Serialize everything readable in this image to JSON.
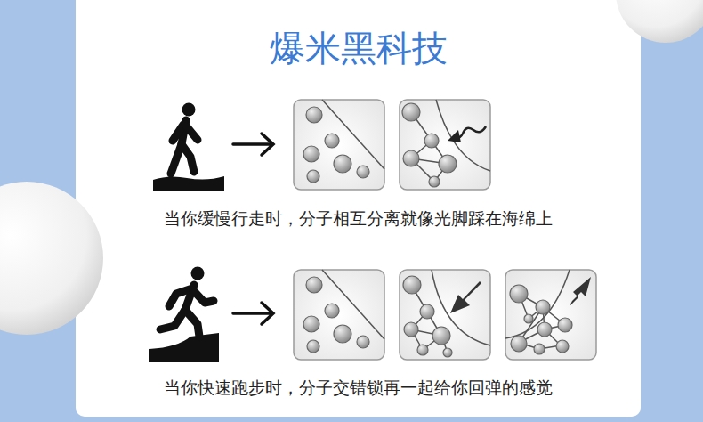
{
  "diagram": {
    "title": "爆米黑科技",
    "labels": [
      "当你缓慢行走时，分子相互分离就像光脚踩在海绵上",
      "当你快速跑步时，分子交错锁再一起给你回弹的感觉"
    ]
  }
}
